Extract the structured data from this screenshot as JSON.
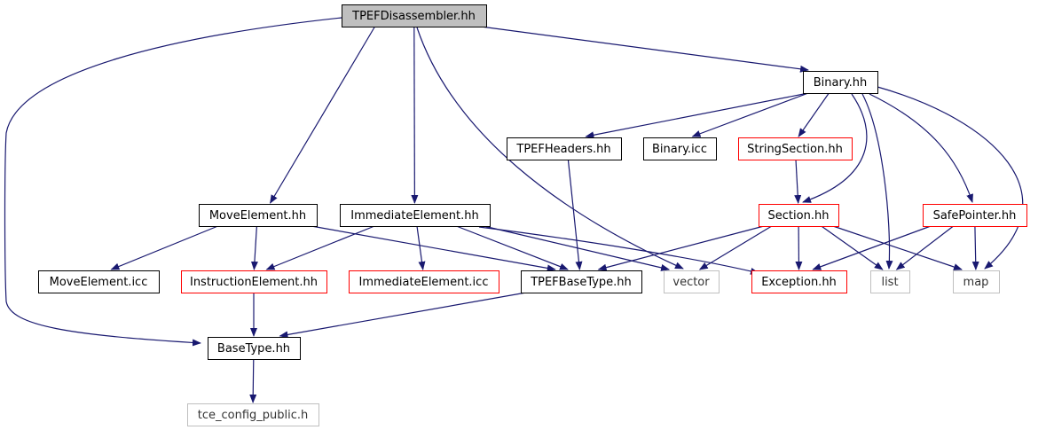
{
  "diagram": {
    "nodes": [
      {
        "id": "tpefdisassembler",
        "label": "TPEFDisassembler.hh",
        "style": "root"
      },
      {
        "id": "binary",
        "label": "Binary.hh",
        "style": "normal"
      },
      {
        "id": "tpefheaders",
        "label": "TPEFHeaders.hh",
        "style": "normal"
      },
      {
        "id": "binaryicc",
        "label": "Binary.icc",
        "style": "normal"
      },
      {
        "id": "stringsection",
        "label": "StringSection.hh",
        "style": "red"
      },
      {
        "id": "moveelement",
        "label": "MoveElement.hh",
        "style": "normal"
      },
      {
        "id": "immediateelement",
        "label": "ImmediateElement.hh",
        "style": "normal"
      },
      {
        "id": "section",
        "label": "Section.hh",
        "style": "red"
      },
      {
        "id": "safepointer",
        "label": "SafePointer.hh",
        "style": "red"
      },
      {
        "id": "moveelementicc",
        "label": "MoveElement.icc",
        "style": "normal"
      },
      {
        "id": "instructionelement",
        "label": "InstructionElement.hh",
        "style": "red"
      },
      {
        "id": "immediateelementicc",
        "label": "ImmediateElement.icc",
        "style": "red"
      },
      {
        "id": "tpefbasetype",
        "label": "TPEFBaseType.hh",
        "style": "normal"
      },
      {
        "id": "vector",
        "label": "vector",
        "style": "gray"
      },
      {
        "id": "exception",
        "label": "Exception.hh",
        "style": "red"
      },
      {
        "id": "list",
        "label": "list",
        "style": "gray"
      },
      {
        "id": "map",
        "label": "map",
        "style": "gray"
      },
      {
        "id": "basetype",
        "label": "BaseType.hh",
        "style": "normal"
      },
      {
        "id": "tceconfig",
        "label": "tce_config_public.h",
        "style": "gray"
      }
    ],
    "edges": [
      [
        "tpefdisassembler",
        "basetype"
      ],
      [
        "tpefdisassembler",
        "moveelement"
      ],
      [
        "tpefdisassembler",
        "immediateelement"
      ],
      [
        "tpefdisassembler",
        "vector"
      ],
      [
        "tpefdisassembler",
        "binary"
      ],
      [
        "binary",
        "tpefheaders"
      ],
      [
        "binary",
        "binaryicc"
      ],
      [
        "binary",
        "stringsection"
      ],
      [
        "binary",
        "section"
      ],
      [
        "binary",
        "list"
      ],
      [
        "binary",
        "safepointer"
      ],
      [
        "binary",
        "map"
      ],
      [
        "tpefheaders",
        "tpefbasetype"
      ],
      [
        "stringsection",
        "section"
      ],
      [
        "moveelement",
        "moveelementicc"
      ],
      [
        "moveelement",
        "instructionelement"
      ],
      [
        "moveelement",
        "tpefbasetype"
      ],
      [
        "immediateelement",
        "instructionelement"
      ],
      [
        "immediateelement",
        "immediateelementicc"
      ],
      [
        "immediateelement",
        "tpefbasetype"
      ],
      [
        "immediateelement",
        "vector"
      ],
      [
        "immediateelement",
        "exception"
      ],
      [
        "section",
        "tpefbasetype"
      ],
      [
        "section",
        "vector"
      ],
      [
        "section",
        "exception"
      ],
      [
        "section",
        "list"
      ],
      [
        "section",
        "map"
      ],
      [
        "safepointer",
        "exception"
      ],
      [
        "safepointer",
        "list"
      ],
      [
        "safepointer",
        "map"
      ],
      [
        "instructionelement",
        "basetype"
      ],
      [
        "tpefbasetype",
        "basetype"
      ],
      [
        "basetype",
        "tceconfig"
      ]
    ],
    "colors": {
      "edge": "#191970",
      "root_fill": "#bfbfbf",
      "normal_border": "#000000",
      "red_border": "#ff0000",
      "gray_border": "#bfbfbf"
    }
  }
}
